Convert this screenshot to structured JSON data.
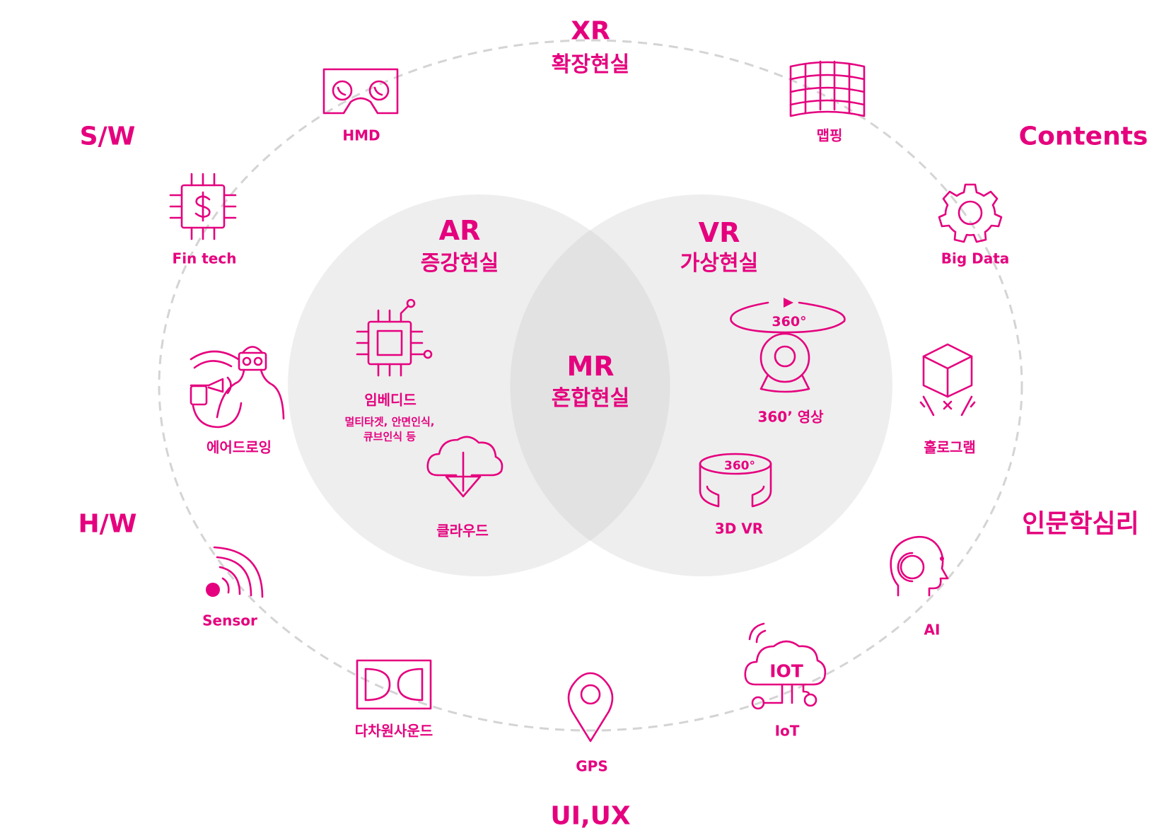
{
  "colors": {
    "accent": "#e5007e",
    "circle_fill": "#ececec",
    "overlap_fill": "#e2e2e2",
    "dash": "#d4d4d4"
  },
  "center": {
    "xr_title": "XR",
    "xr_sub": "확장현실",
    "ar_title": "AR",
    "ar_sub": "증강현실",
    "vr_title": "VR",
    "vr_sub": "가상현실",
    "mr_title": "MR",
    "mr_sub": "혼합현실"
  },
  "corners": {
    "sw": "S/W",
    "contents": "Contents",
    "hw": "H/W",
    "humanities": "인문학심리",
    "uiux": "UI,UX"
  },
  "ring_items": {
    "hmd": "HMD",
    "mapping": "맵핑",
    "fintech": "Fin tech",
    "bigdata": "Big Data",
    "airdrawing": "에어드로잉",
    "hologram": "홀로그램",
    "sensor": "Sensor",
    "ai": "AI",
    "sound": "다차원사운드",
    "gps": "GPS",
    "iot": "IoT"
  },
  "ar_items": {
    "embedded": "임베디드",
    "embedded_detail_1": "멀티타겟, 안면인식,",
    "embedded_detail_2": "큐브인식 등",
    "cloud": "클라우드"
  },
  "vr_items": {
    "video360": "360’ 영상",
    "vr3d": "3D VR",
    "badge360": "360°"
  },
  "icons": {
    "hmd": "vr-headset-icon",
    "mapping": "curved-grid-icon",
    "fintech": "dollar-chip-icon",
    "bigdata": "gear-icon",
    "airdrawing": "person-vr-icon",
    "hologram": "cube-hologram-icon",
    "sensor": "signal-waves-icon",
    "ai": "human-head-icon",
    "sound": "dolby-icon",
    "gps": "map-pin-icon",
    "iot_label": "IOT",
    "embedded": "microchip-icon",
    "cloud": "cloud-download-icon",
    "video360": "360-camera-icon",
    "vr3d": "panorama-band-icon"
  }
}
